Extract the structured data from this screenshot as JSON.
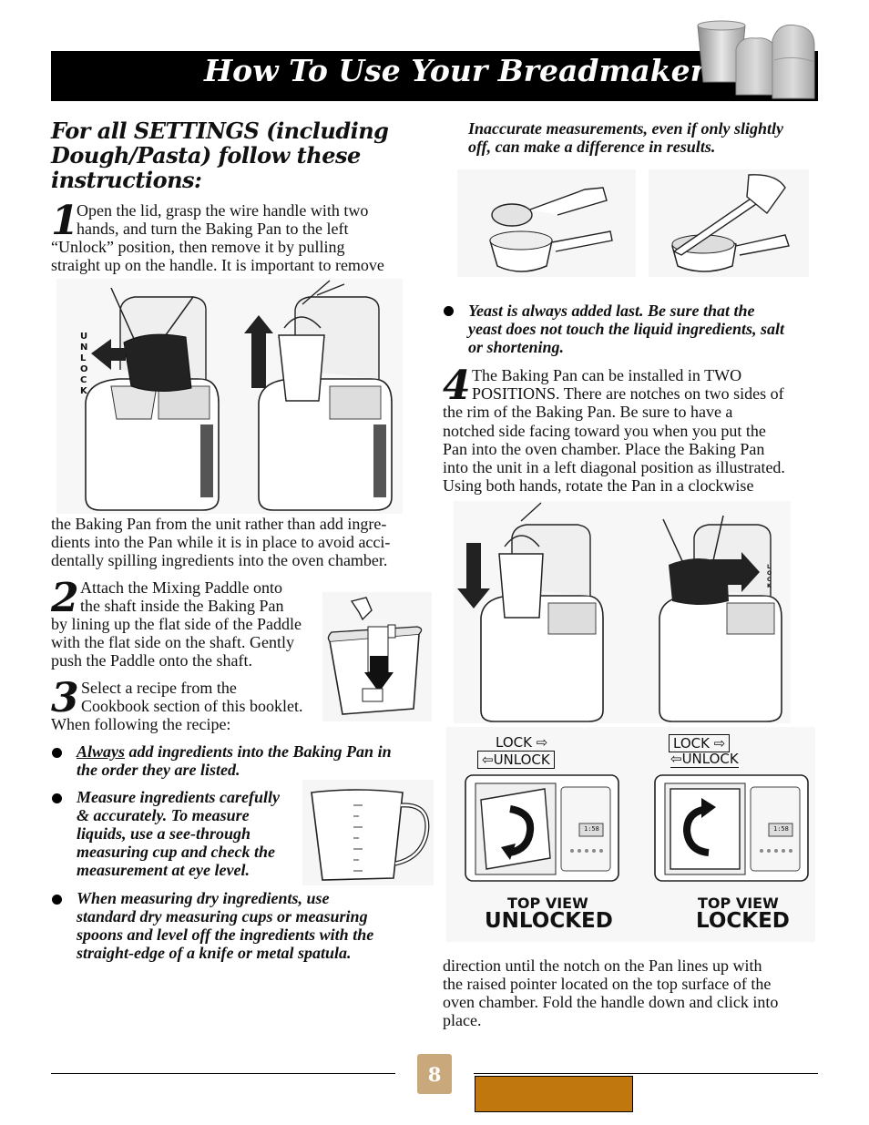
{
  "header": {
    "title": "How To Use Your Breadmaker"
  },
  "section": {
    "heading": "For all SETTINGS (including Dough/Pasta) follow these instructions:"
  },
  "step1": {
    "number": "1",
    "line1": "Open the lid, grasp the wire handle with two",
    "line2": "hands, and turn the Baking Pan to the left",
    "line3": "“Unlock” position, then remove it by pulling",
    "line4": "straight up on the handle.  It is important to remove",
    "cont1": "the Baking Pan from the unit rather than add ingre-",
    "cont2": "dients into the Pan while it is in place to avoid acci-",
    "cont3": "dentally spilling ingredients into the oven chamber.",
    "side_label": "UNLOCK"
  },
  "step2": {
    "number": "2",
    "line1": "Attach the Mixing Paddle onto",
    "line2": "the shaft inside the Baking Pan",
    "line3": "by lining up the flat side of the Paddle",
    "line4": "with the flat side on the shaft.  Gently",
    "line5": "push the Paddle onto the shaft."
  },
  "step3": {
    "number": "3",
    "line1": "Select a recipe from the",
    "line2": "Cookbook section of this booklet.",
    "line3": "When following the recipe:"
  },
  "bullets": {
    "b1_underlined": "Always",
    "b1_rest": " add ingredients into the Baking Pan in",
    "b1_line2": "the order they are listed.",
    "b2_line1": "Measure ingredients carefully",
    "b2_line2": "& accurately.  To measure",
    "b2_line3": "liquids, use a see-through",
    "b2_line4": "measuring cup and check the",
    "b2_line5": "measurement at eye level.",
    "b3_line1": "When measuring dry ingredients, use",
    "b3_line2": "standard dry measuring cups or measuring",
    "b3_line3": "spoons and level off the ingredients with the",
    "b3_line4": "straight-edge of a knife or metal spatula.",
    "b4_line1": "Yeast is always added last.  Be sure that the",
    "b4_line2": "yeast does not touch the liquid ingredients, salt",
    "b4_line3": "or shortening."
  },
  "right": {
    "accuracy_line1": "Inaccurate measurements, even if only slightly",
    "accuracy_line2": "off, can make a difference in results."
  },
  "step4": {
    "number": "4",
    "line1": "The Baking Pan can be installed in TWO",
    "line2": "POSITIONS. There are notches on two sides of",
    "line3": "the rim of the Baking Pan.  Be sure to have a",
    "line4": "notched side facing toward you when you put the",
    "line5": "Pan into the oven chamber.  Place the Baking Pan",
    "line6": "into the unit in a left diagonal position as illustrated.",
    "line7": "Using both hands, rotate the Pan in a clockwise",
    "cont1": "direction until the notch on the Pan lines up with",
    "cont2": "the raised pointer located on the top surface of the",
    "cont3": "oven chamber. Fold the handle down and click into",
    "cont4": "place.",
    "side_label": "LOCK"
  },
  "diagram": {
    "lock_label": "LOCK ⇨",
    "unlock_label": "⇦UNLOCK",
    "left_caption_small": "TOP VIEW",
    "left_caption_big": "UNLOCKED",
    "right_caption_small": "TOP VIEW",
    "right_caption_big": "LOCKED",
    "display_value": "1:58"
  },
  "footer": {
    "page_number": "8"
  },
  "colors": {
    "header_bg": "#000000",
    "badge": "#c9a97b",
    "footer_box": "#c0780e"
  }
}
